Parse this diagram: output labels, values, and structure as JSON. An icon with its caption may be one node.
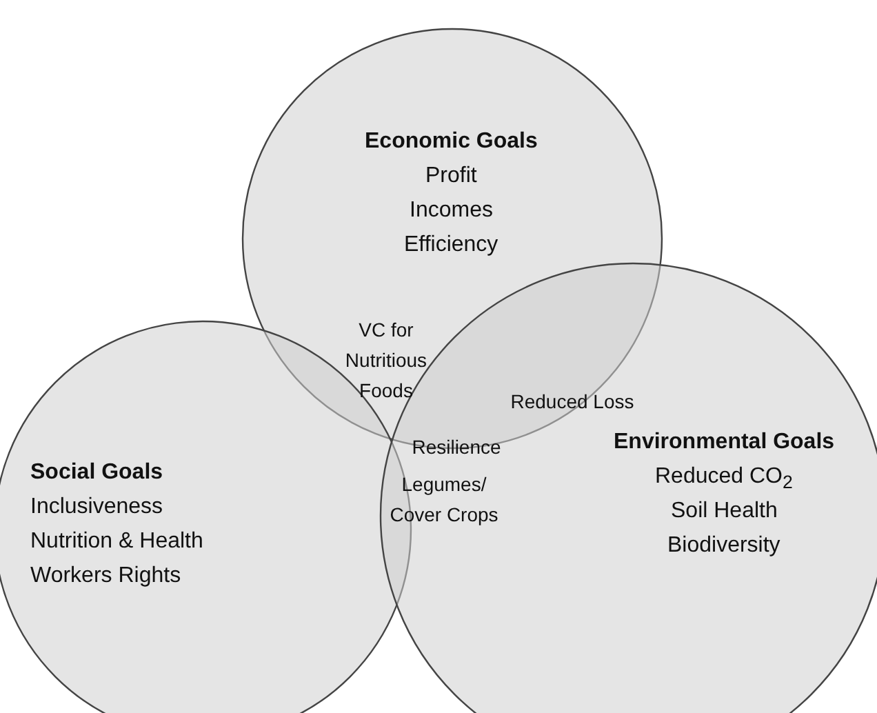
{
  "diagram": {
    "nodes": [
      {
        "text": [
          "Economic Goals",
          "Profit",
          "Incomes",
          "Efficiency"
        ]
      },
      {
        "text": [
          "Social Goals",
          "Inclusiveness",
          "Nutrition & Health",
          "Workers Rights"
        ]
      },
      {
        "text": [
          "Environmental Goals",
          "Reduced CO$_{2}$",
          "Soil Health",
          "Biodiversity"
        ]
      }
    ],
    "edges": [],
    "labels": [
      "VC for Nutritious Foods",
      "Reduced Loss",
      "Resilience",
      "Legumes/ Cover Crops"
    ]
  }
}
